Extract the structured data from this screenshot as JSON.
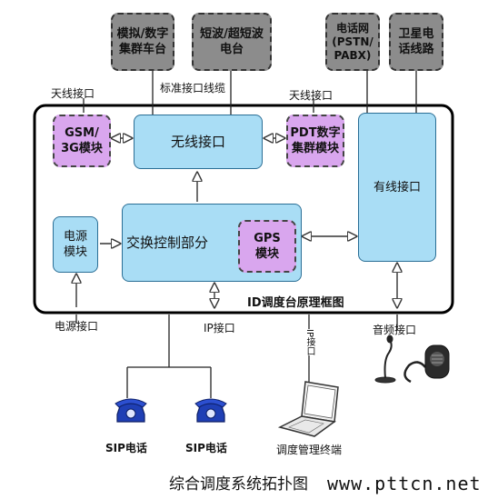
{
  "external": {
    "trunk_radio": "模拟/数字\n集群车台",
    "sw_radio": "短波/超短波\n电台",
    "pstn": "电话网\n(PSTN/\nPABX)",
    "sat": "卫星电\n话线路"
  },
  "modules": {
    "gsm": "GSM/\n3G模块",
    "wireless": "无线接口",
    "pdt": "PDT数字\n集群模块",
    "wired": "有线接口",
    "power": "电源\n模块",
    "switch": "交换控制部分",
    "gps": "GPS\n模块"
  },
  "labels": {
    "antenna_left": "天线接口",
    "std_cable": "标准接口线缆",
    "antenna_right": "天线接口",
    "frame_title": "ID调度台原理框图",
    "power_port": "电源接口",
    "ip_port": "IP接口",
    "ip_port_vertical": "IP接口",
    "audio_port": "音频接口",
    "sip_phone_1": "SIP电话",
    "sip_phone_2": "SIP电话",
    "terminal": "调度管理终端"
  },
  "footer": {
    "caption": "综合调度系统拓扑图",
    "watermark": "www.pttcn.net"
  },
  "colors": {
    "external_box": "#8c8c8c",
    "module_blue": "#a9ddf5",
    "module_purple": "#d9a6ee",
    "phone_blue": "#1f3fb5"
  }
}
